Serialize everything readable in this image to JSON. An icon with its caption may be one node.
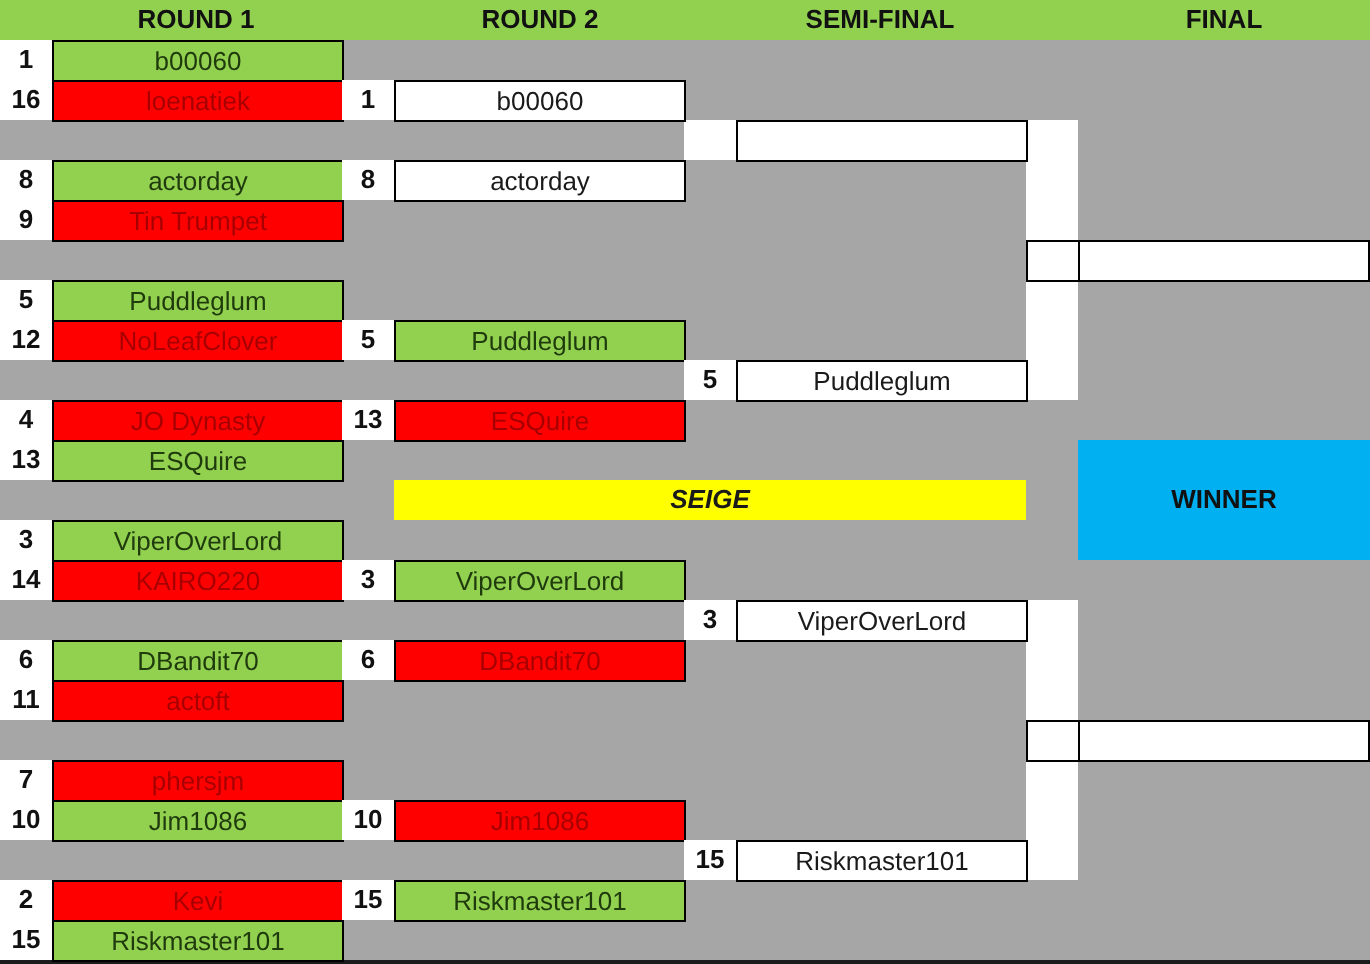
{
  "diagram": {
    "nodes": [
      {
        "text": [
          "b00060"
        ],
        "beside": [
          "1"
        ]
      },
      {
        "text": [
          "loenatiek"
        ],
        "beside": [
          "16"
        ]
      },
      {
        "text": [
          "b00060"
        ],
        "beside": [
          "1"
        ]
      },
      {
        "text": [],
        "shape": "box"
      },
      {
        "text": [
          "actorday"
        ],
        "beside": [
          "8"
        ]
      },
      {
        "text": [
          "actorday"
        ],
        "beside": [
          "8"
        ]
      },
      {
        "text": [
          "Tin Trumpet"
        ],
        "beside": [
          "9"
        ]
      },
      {
        "text": [],
        "shape": "box"
      },
      {
        "text": [
          "Puddleglum"
        ],
        "beside": [
          "5"
        ]
      },
      {
        "text": [
          "NoLeafClover"
        ],
        "beside": [
          "12"
        ]
      },
      {
        "text": [
          "Puddleglum"
        ],
        "beside": [
          "5"
        ]
      },
      {
        "text": [
          "Puddleglum"
        ],
        "beside": [
          "5"
        ]
      },
      {
        "text": [
          "JO Dynasty"
        ],
        "beside": [
          "4"
        ]
      },
      {
        "text": [
          "ESQuire"
        ],
        "beside": [
          "13"
        ]
      },
      {
        "text": [
          "ESQuire"
        ],
        "beside": [
          "13"
        ]
      },
      {
        "text": [
          "WINNER"
        ]
      },
      {
        "text": [
          "SEIGE"
        ]
      },
      {
        "text": [
          "ViperOverLord"
        ],
        "beside": [
          "3"
        ]
      },
      {
        "text": [
          "KAIRO220"
        ],
        "beside": [
          "14"
        ]
      },
      {
        "text": [
          "ViperOverLord"
        ],
        "beside": [
          "3"
        ]
      },
      {
        "text": [
          "ViperOverLord"
        ],
        "beside": [
          "3"
        ]
      },
      {
        "text": [
          "DBandit70"
        ],
        "beside": [
          "6"
        ]
      },
      {
        "text": [
          "DBandit70"
        ],
        "beside": [
          "6"
        ]
      },
      {
        "text": [
          "actoft"
        ],
        "beside": [
          "11"
        ]
      },
      {
        "text": [],
        "shape": "box"
      },
      {
        "text": [
          "phersjm"
        ],
        "beside": [
          "7"
        ]
      },
      {
        "text": [
          "Jim1086"
        ],
        "beside": [
          "10"
        ]
      },
      {
        "text": [
          "Jim1086"
        ],
        "beside": [
          "10"
        ]
      },
      {
        "text": [
          "Riskmaster101"
        ],
        "beside": [
          "15"
        ]
      },
      {
        "text": [
          "Kevi"
        ],
        "beside": [
          "2"
        ]
      },
      {
        "text": [
          "Riskmaster101"
        ],
        "beside": [
          "15"
        ]
      },
      {
        "text": [
          "Riskmaster101"
        ],
        "beside": [
          "15"
        ]
      }
    ],
    "edges": [
      {
        "from": 3,
        "to": 7,
        "arrow": "none"
      },
      {
        "from": 11,
        "to": 7,
        "arrow": "none"
      },
      {
        "from": 20,
        "to": 24,
        "arrow": "none"
      },
      {
        "from": 28,
        "to": 24,
        "arrow": "none"
      }
    ],
    "labels": [
      "ROUND 1",
      "ROUND 2",
      "SEMI-FINAL",
      "FINAL"
    ]
  }
}
